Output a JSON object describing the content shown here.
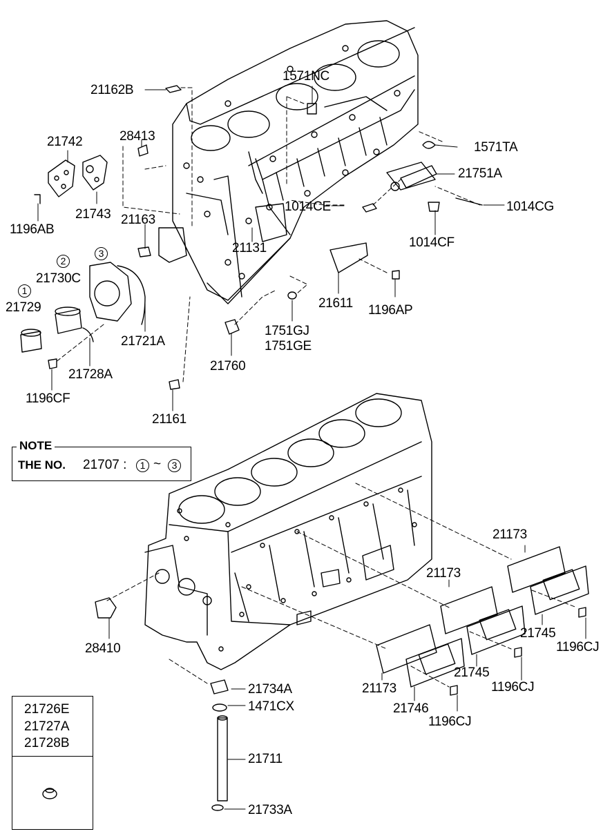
{
  "labels": {
    "p21162B": "21162B",
    "p1571NC": "1571NC",
    "p21742": "21742",
    "p28413": "28413",
    "p1571TA": "1571TA",
    "p21751A": "21751A",
    "p21743": "21743",
    "p1196AB": "1196AB",
    "p1014CE": "1014CE",
    "p1014CG": "1014CG",
    "p21163": "21163",
    "p21131": "21131",
    "p1014CF": "1014CF",
    "p21730C": "21730C",
    "p21729": "21729",
    "p21611": "21611",
    "p1196AP": "1196AP",
    "p1751GJ": "1751GJ",
    "p1751GE": "1751GE",
    "p21721A": "21721A",
    "p21728A": "21728A",
    "p21760": "21760",
    "p1196CF": "1196CF",
    "p21161": "21161",
    "p21173a": "21173",
    "p21173b": "21173",
    "p21173c": "21173",
    "p28410": "28410",
    "p21745a": "21745",
    "p21745b": "21745",
    "p1196CJa": "1196CJ",
    "p1196CJb": "1196CJ",
    "p1196CJc": "1196CJ",
    "p21746": "21746",
    "p21734A": "21734A",
    "p1471CX": "1471CX",
    "p21711": "21711",
    "p21733A": "21733A"
  },
  "circled": {
    "c1": "1",
    "c2": "2",
    "c3": "3",
    "n1": "1",
    "n3": "3"
  },
  "note": {
    "title": "NOTE",
    "text": "THE NO.",
    "number": "21707 :",
    "tilde": "~"
  },
  "legend": {
    "items": [
      "21726E",
      "21727A",
      "21728B"
    ]
  }
}
